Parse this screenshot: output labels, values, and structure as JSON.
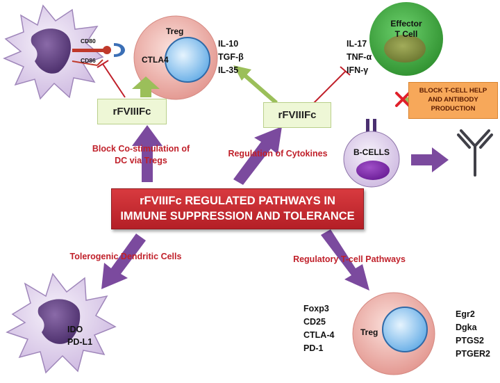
{
  "center": {
    "line1": "rFVIIIFc REGULATED PATHWAYS IN",
    "line2": "IMMUNE SUPPRESSION AND TOLERANCE"
  },
  "top_left": {
    "treg_label": "Treg",
    "ctla4_label": "CTLA4",
    "cd80_label": "CD80",
    "cd86_label": "CD86",
    "drug_label": "rFVIIIFc",
    "pathway_line1": "Block Co-stimulation of",
    "pathway_line2": "DC via Tregs",
    "cytokines": [
      "IL-10",
      "TGF-β",
      "IL-35"
    ]
  },
  "top_right": {
    "drug_label": "rFVIIIFc",
    "pathway_label": "Regulation of Cytokines",
    "effector_line1": "Effector",
    "effector_line2": "T Cell",
    "cytokines": [
      "IL-17",
      "TNF-α",
      "IFN-γ"
    ],
    "block_line1": "BLOCK T-CELL HELP",
    "block_line2": "AND ANTIBODY",
    "block_line3": "PRODUCTION",
    "bcell_label": "B-CELLS"
  },
  "bottom_left": {
    "pathway_label": "Tolerogenic Dendritic Cells",
    "markers": [
      "IDO",
      "PD-L1"
    ]
  },
  "bottom_right": {
    "pathway_label": "Regulatory T-cell Pathways",
    "treg_label": "Treg",
    "genes_left": [
      "Foxp3",
      "CD25",
      "CTLA-4",
      "PD-1"
    ],
    "genes_right": [
      "Egr2",
      "Dgka",
      "PTGS2",
      "PTGER2"
    ]
  },
  "colors": {
    "red_text": "#c0202a",
    "arrow_purple": "#7b4a9e",
    "arrow_green": "#9bbf5a",
    "treg_pink": "#eaa7a0",
    "effector_green": "#43a843",
    "dc_lavender": "#e6dbef"
  }
}
